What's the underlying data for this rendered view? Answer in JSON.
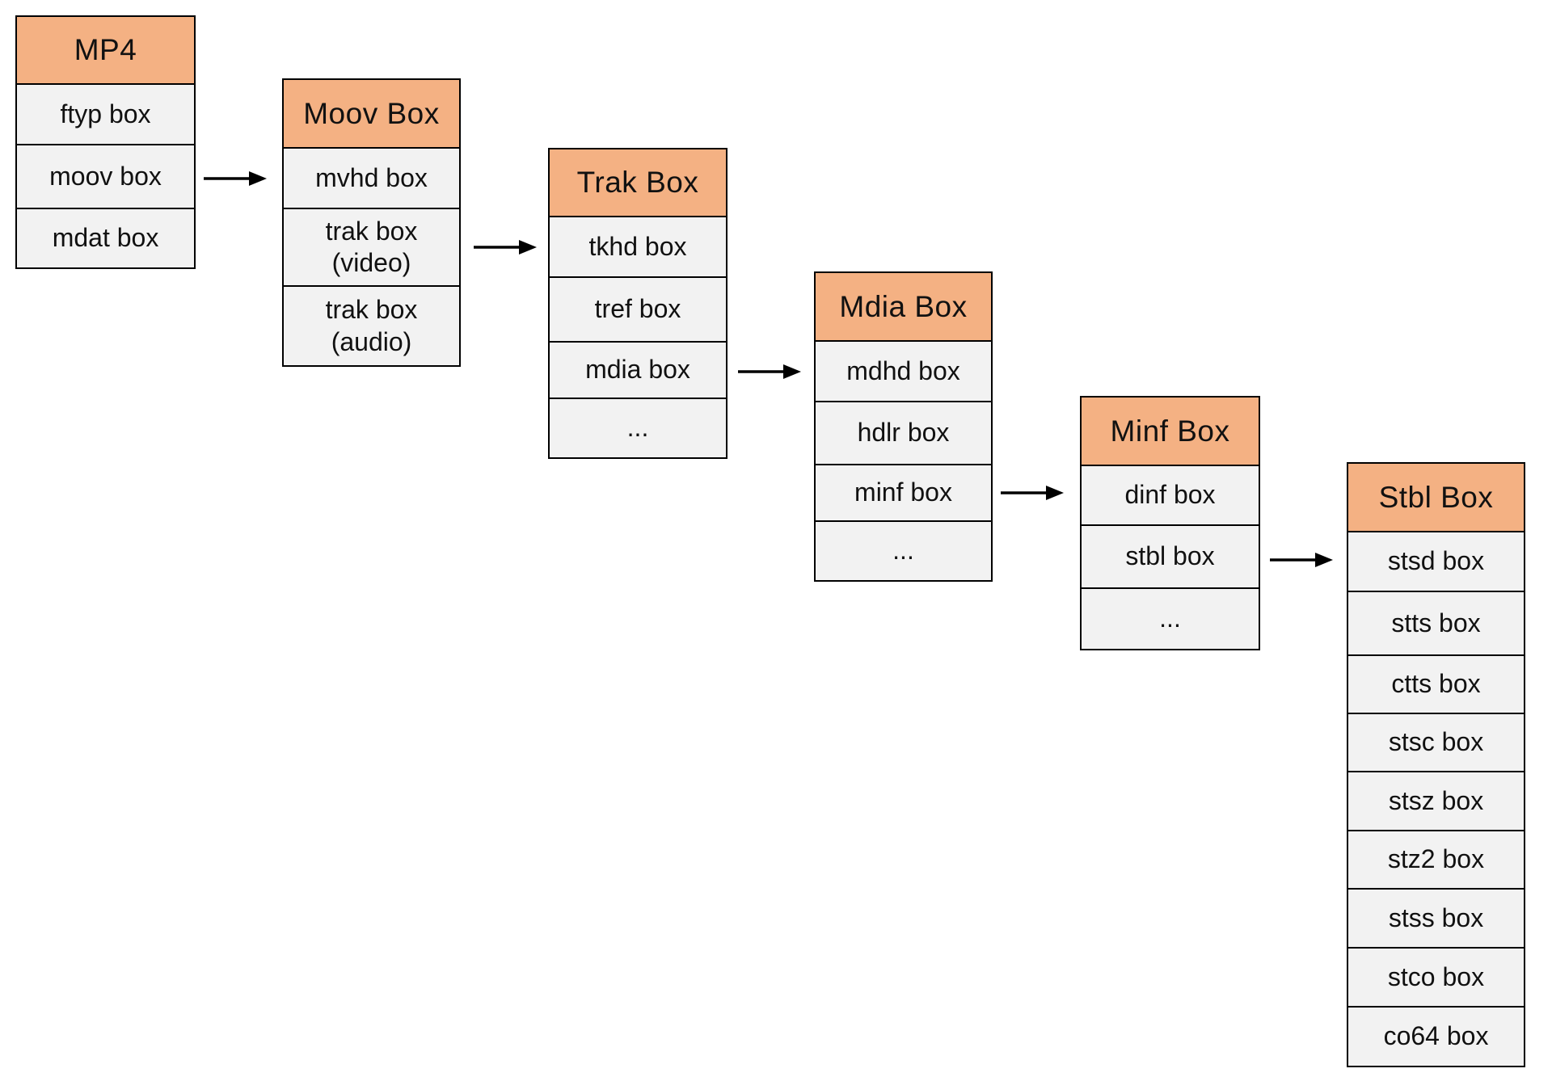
{
  "diagram": {
    "subject": "MP4 file box structure",
    "colors": {
      "header_fill": "#f4b183",
      "row_fill": "#f2f2f2",
      "border": "#000000",
      "text": "#111111",
      "background": "#ffffff"
    },
    "tables": [
      {
        "title": "MP4",
        "rows": [
          "ftyp box",
          "moov box",
          "mdat box"
        ]
      },
      {
        "title": "Moov Box",
        "rows": [
          "mvhd box",
          "trak box\n(video)",
          "trak box\n(audio)"
        ]
      },
      {
        "title": "Trak Box",
        "rows": [
          "tkhd box",
          "tref box",
          "mdia box",
          "..."
        ]
      },
      {
        "title": "Mdia Box",
        "rows": [
          "mdhd box",
          "hdlr box",
          "minf box",
          "..."
        ]
      },
      {
        "title": "Minf Box",
        "rows": [
          "dinf box",
          "stbl box",
          "..."
        ]
      },
      {
        "title": "Stbl Box",
        "rows": [
          "stsd box",
          "stts box",
          "ctts box",
          "stsc box",
          "stsz box",
          "stz2 box",
          "stss box",
          "stco box",
          "co64 box"
        ]
      }
    ],
    "arrows": [
      {
        "label": "moov box → Moov Box"
      },
      {
        "label": "trak box (video) → Trak Box"
      },
      {
        "label": "mdia box → Mdia Box"
      },
      {
        "label": "minf box → Minf Box"
      },
      {
        "label": "stbl box → Stbl Box"
      }
    ]
  }
}
